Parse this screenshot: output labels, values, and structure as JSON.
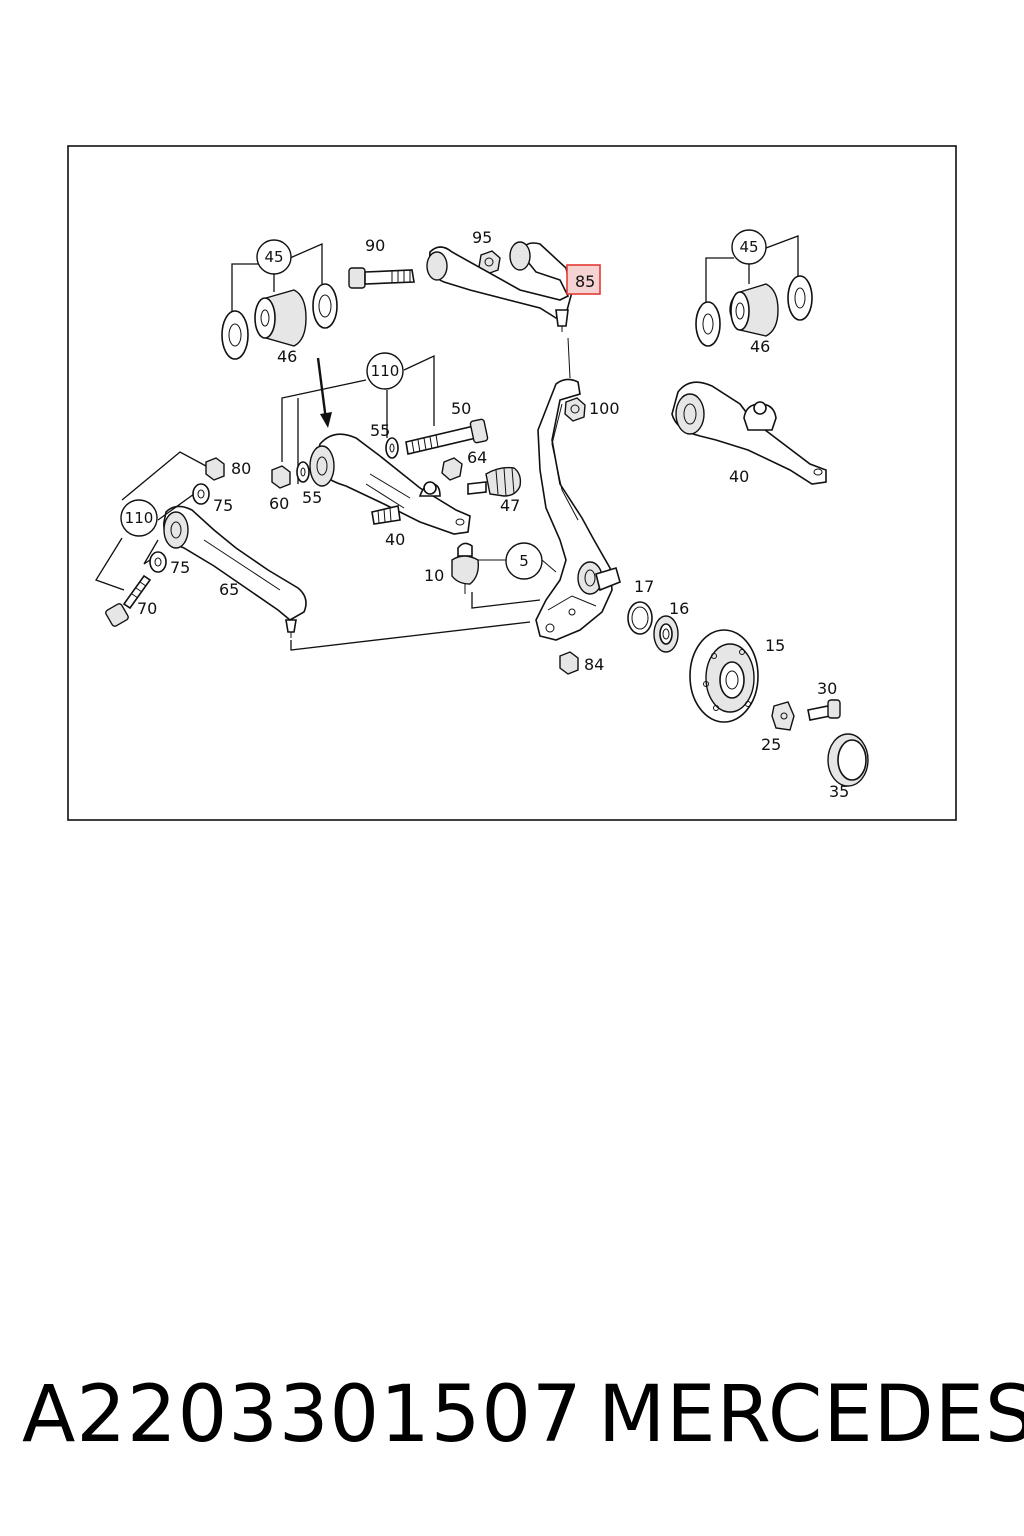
{
  "diagram": {
    "callouts": {
      "p45a": "45",
      "p46a": "46",
      "p90": "90",
      "p95": "95",
      "p85": "85",
      "p45b": "45",
      "p46b": "46",
      "p110a": "110",
      "p55a": "55",
      "p50": "50",
      "p100": "100",
      "p80": "80",
      "p60": "60",
      "p55b": "55",
      "p64": "64",
      "p47": "47",
      "p40a": "40",
      "p40b": "40",
      "p75a": "75",
      "p110b": "110",
      "p75b": "75",
      "p65": "65",
      "p70": "70",
      "p5": "5",
      "p10": "10",
      "p17": "17",
      "p16": "16",
      "p15": "15",
      "p84": "84",
      "p30": "30",
      "p25": "25",
      "p35": "35"
    },
    "highlight_color": "#e53935"
  },
  "footer": {
    "part_number": "A2203301507",
    "brand": "MERCEDES"
  }
}
